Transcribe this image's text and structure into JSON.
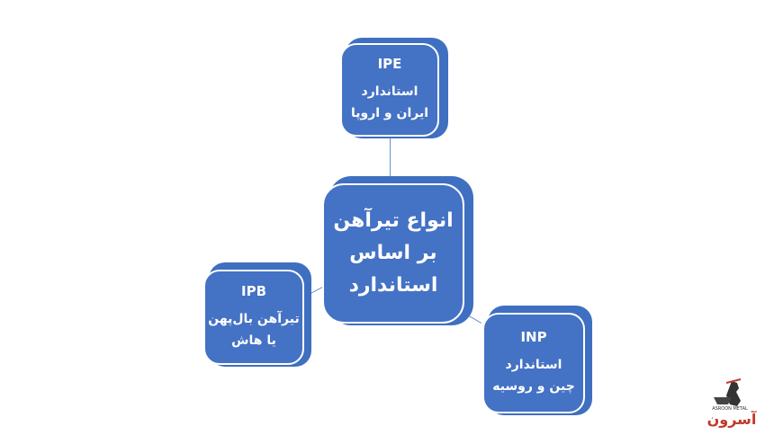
{
  "diagram": {
    "type": "radial-hierarchy",
    "colors": {
      "box_fill": "#4472c4",
      "box_back": "#3f6fc0",
      "box_border": "#ffffff",
      "connector": "#6b8fc9",
      "text": "#ffffff"
    },
    "center": {
      "lines": [
        "انواع تیرآهن",
        "بر اساس",
        "استاندارد"
      ]
    },
    "nodes": [
      {
        "id": "ipe",
        "code": "IPE",
        "lines": [
          "استاندارد",
          "ایران و اروپا"
        ]
      },
      {
        "id": "ipb",
        "code": "IPB",
        "lines": [
          "تیرآهن بال‌پهن",
          "یا هاش"
        ]
      },
      {
        "id": "inp",
        "code": "INP",
        "lines": [
          "استاندارد",
          "چین و روسیه"
        ]
      }
    ]
  },
  "logo": {
    "latin": "ASROON METAL",
    "persian": "آسرون"
  }
}
